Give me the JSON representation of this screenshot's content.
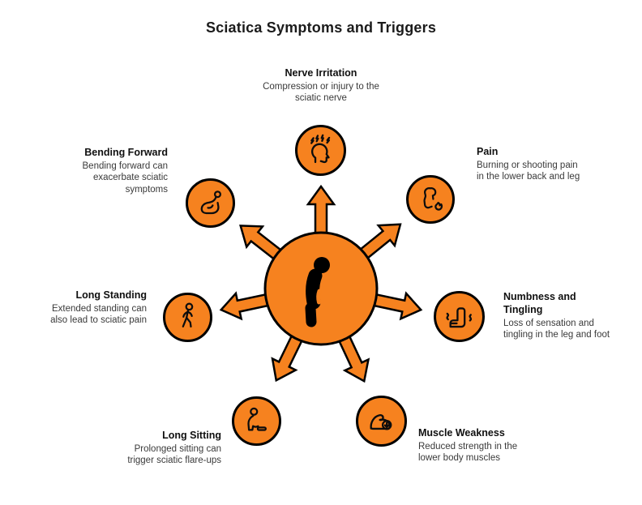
{
  "title": "Sciatica Symptoms and Triggers",
  "colors": {
    "orange": "#F6821F",
    "outline": "#000000",
    "title_text": "#1b1b1b",
    "body_text": "#3a3a3a"
  },
  "center": {
    "icon": "hunched-person-icon",
    "arrow_count": 7
  },
  "nodes": [
    {
      "id": "nerve-irritation",
      "label": "Nerve Irritation",
      "description": "Compression or injury to the sciatic nerve",
      "icon": "head-nerves-icon",
      "position": "top",
      "text_align": "center"
    },
    {
      "id": "pain",
      "label": "Pain",
      "description": "Burning or shooting pain in the lower back and leg",
      "icon": "back-flame-icon",
      "position": "upper-right",
      "text_align": "left"
    },
    {
      "id": "numbness-tingling",
      "label": "Numbness and Tingling",
      "description": "Loss of sensation and tingling in the leg and foot",
      "icon": "foot-tingling-icon",
      "position": "right",
      "text_align": "left"
    },
    {
      "id": "muscle-weakness",
      "label": "Muscle Weakness",
      "description": "Reduced strength in the lower body muscles",
      "icon": "bicep-down-arrow-icon",
      "position": "lower-right",
      "text_align": "left"
    },
    {
      "id": "long-sitting",
      "label": "Long Sitting",
      "description": "Prolonged sitting can trigger sciatic flare-ups",
      "icon": "sitting-person-icon",
      "position": "lower-left",
      "text_align": "right"
    },
    {
      "id": "long-standing",
      "label": "Long Standing",
      "description": "Extended standing can also lead to sciatic pain",
      "icon": "standing-person-icon",
      "position": "left",
      "text_align": "right"
    },
    {
      "id": "bending-forward",
      "label": "Bending Forward",
      "description": "Bending forward can exacerbate sciatic symptoms",
      "icon": "bending-person-icon",
      "position": "upper-left",
      "text_align": "right"
    }
  ]
}
